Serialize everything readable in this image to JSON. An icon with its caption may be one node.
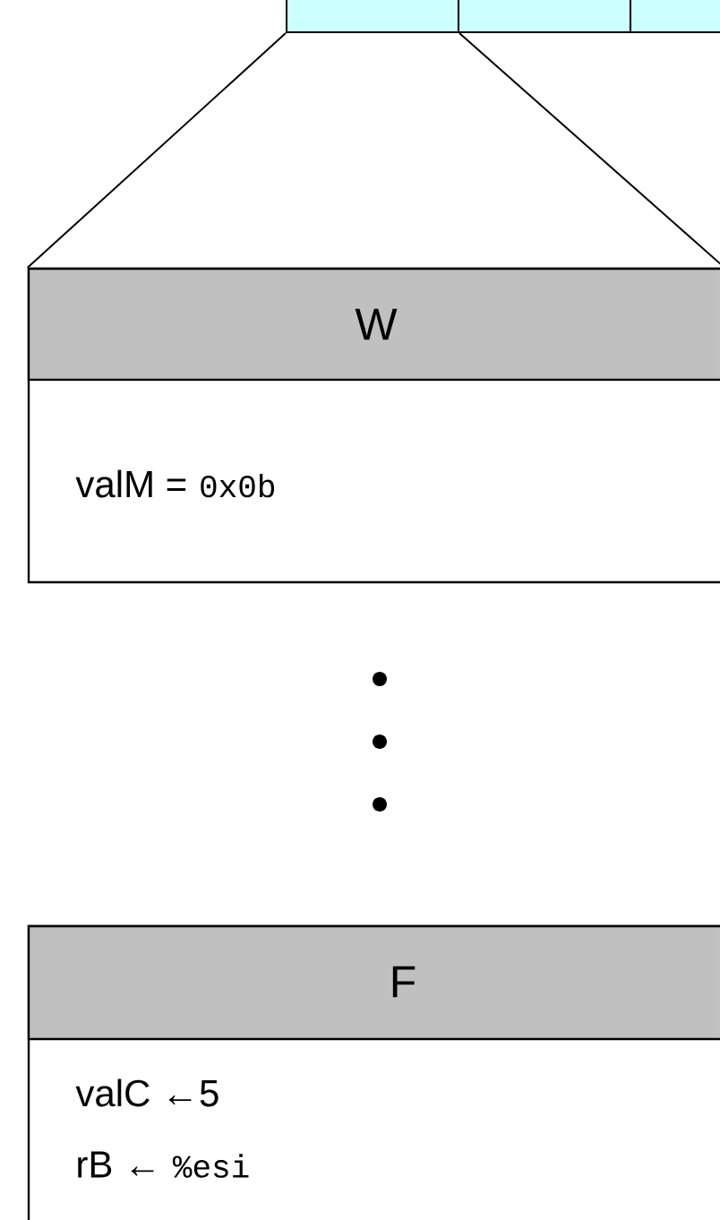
{
  "diagram": {
    "nodes": [
      {
        "text": [],
        "shape": "box"
      },
      {
        "text": [],
        "shape": "box"
      },
      {
        "text": [],
        "shape": "box"
      },
      {
        "text": [
          "W",
          "valM =",
          "0x0b"
        ]
      },
      {
        "text": [
          "F",
          "valC ←5",
          "rB ←",
          "%esi"
        ]
      }
    ],
    "edges": [
      {
        "from": 0,
        "to": 3,
        "arrow": "none"
      },
      {
        "from": 0,
        "to": 3,
        "arrow": "none"
      }
    ]
  }
}
